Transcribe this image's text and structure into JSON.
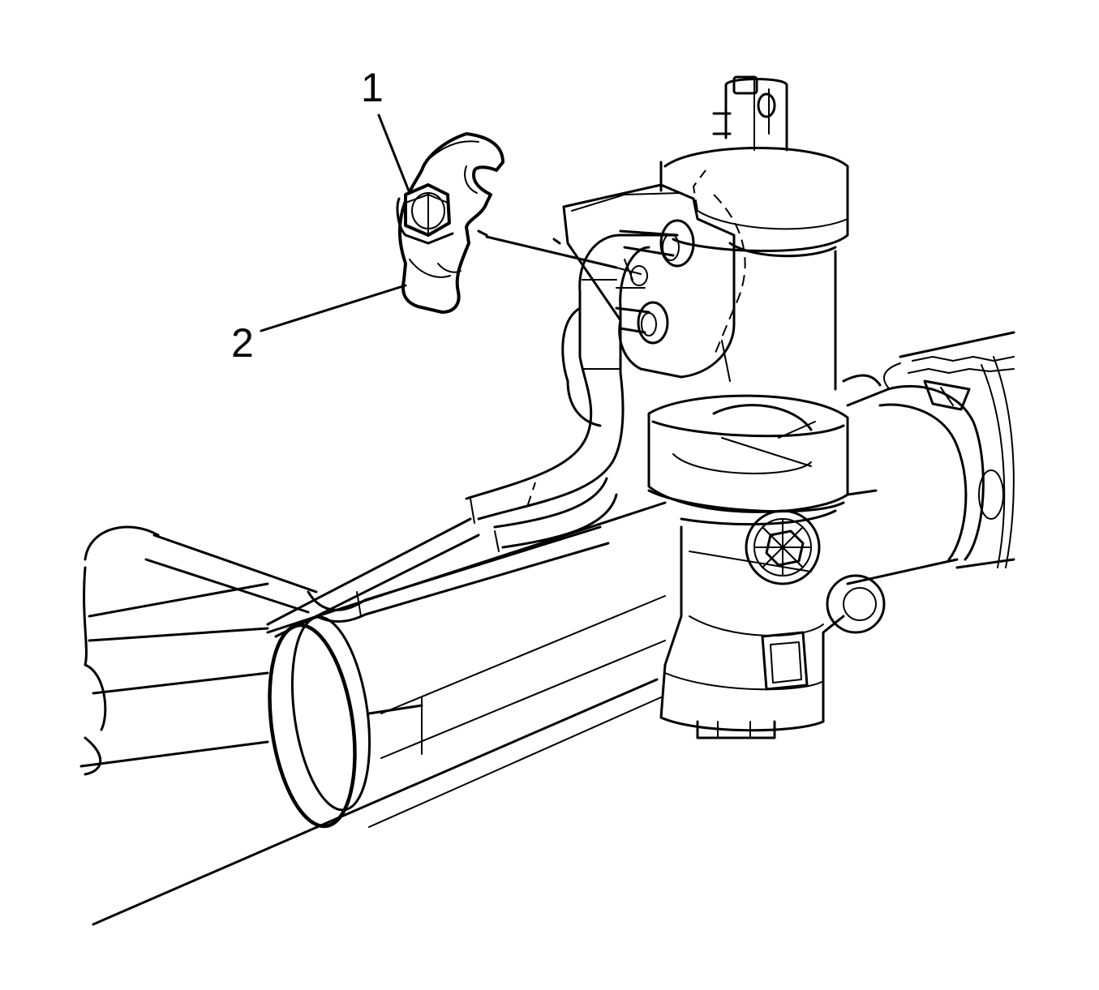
{
  "callouts": [
    {
      "id": "1",
      "label": "1",
      "part": "bolt"
    },
    {
      "id": "2",
      "label": "2",
      "part": "retainer-plate"
    }
  ],
  "colors": {
    "line": "#000000",
    "background": "#ffffff"
  }
}
